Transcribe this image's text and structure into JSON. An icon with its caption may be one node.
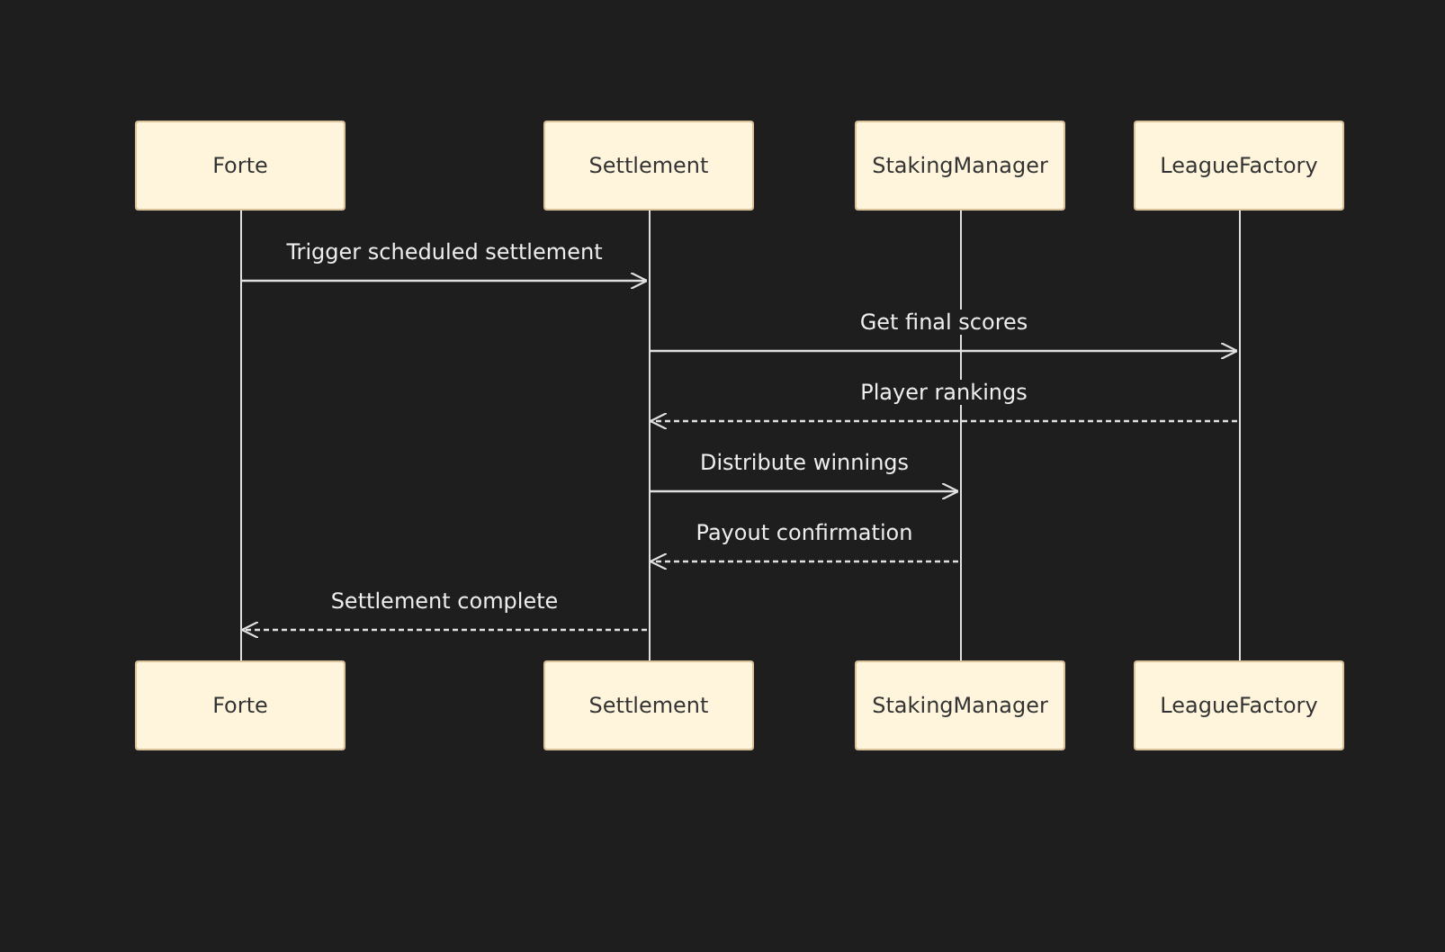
{
  "diagram": {
    "nodes": [
      {
        "text": [
          "Forte"
        ]
      },
      {
        "text": [
          "Settlement"
        ]
      },
      {
        "text": [
          "StakingManager"
        ]
      },
      {
        "text": [
          "LeagueFactory"
        ]
      },
      {
        "text": [],
        "shape": "line"
      },
      {
        "text": [],
        "shape": "line"
      },
      {
        "text": [],
        "shape": "line"
      },
      {
        "text": [],
        "shape": "line"
      },
      {
        "text": [
          "Forte"
        ]
      },
      {
        "text": [
          "Settlement"
        ]
      },
      {
        "text": [
          "StakingManager"
        ]
      },
      {
        "text": [
          "LeagueFactory"
        ]
      }
    ],
    "edges": [
      {
        "from": 4,
        "to": 5,
        "arrow": "to",
        "label": "Trigger scheduled settlement"
      },
      {
        "from": 5,
        "to": 7,
        "arrow": "to",
        "label": "Get final scores"
      },
      {
        "from": 7,
        "to": 5,
        "arrow": "to",
        "label": "Player rankings",
        "style": "dashed"
      },
      {
        "from": 5,
        "to": 6,
        "arrow": "to",
        "label": "Distribute winnings"
      },
      {
        "from": 6,
        "to": 5,
        "arrow": "to",
        "label": "Payout confirmation",
        "style": "dashed"
      },
      {
        "from": 5,
        "to": 4,
        "arrow": "to",
        "label": "Settlement complete",
        "style": "dashed"
      }
    ]
  }
}
